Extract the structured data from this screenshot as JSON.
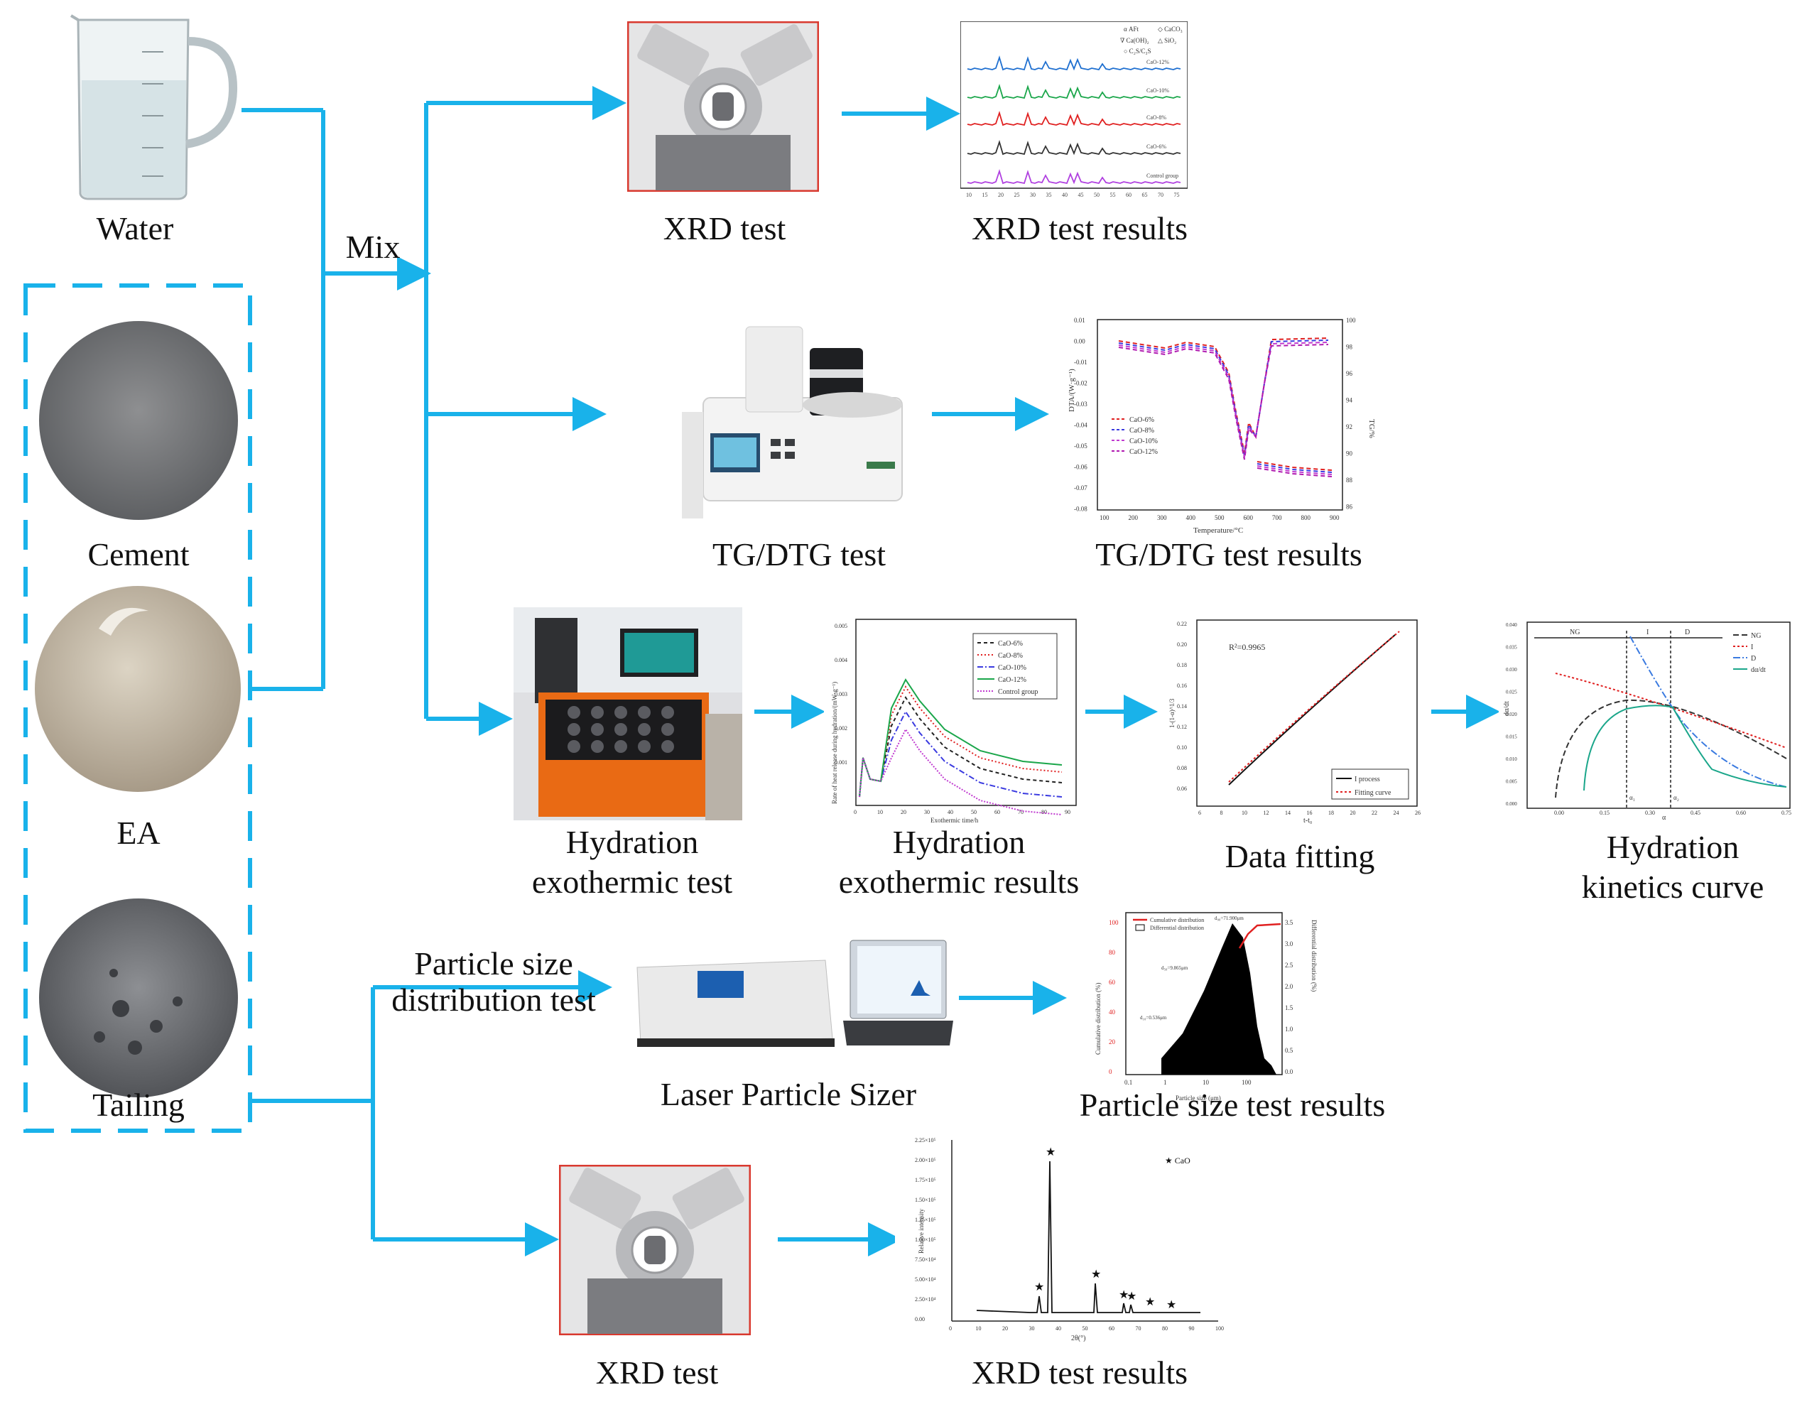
{
  "materials": {
    "water": "Water",
    "cement": "Cement",
    "ea": "EA",
    "tailing": "Tailing"
  },
  "process": {
    "mix": "Mix",
    "xrd_test_1": "XRD test",
    "xrd_results_1": "XRD test results",
    "tg_test": "TG/DTG test",
    "tg_results": "TG/DTG test results",
    "hydration_test": [
      "Hydration",
      "exothermic test"
    ],
    "hydration_results": [
      "Hydration",
      "exothermic results"
    ],
    "data_fitting": "Data fitting",
    "kinetics_curve": [
      "Hydration",
      "kinetics curve"
    ],
    "particle_test": [
      "Particle size",
      "distribution test"
    ],
    "laser_sizer": "Laser Particle Sizer",
    "particle_results": "Particle size test results",
    "xrd_test_2": "XRD test",
    "xrd_results_2": "XRD test results"
  },
  "xrd_chart": {
    "legend": [
      "AFt",
      "CaCO3",
      "Ca(OH)2",
      "SiO2",
      "C2S/C3S"
    ],
    "series": [
      "CaO-12%",
      "CaO-10%",
      "CaO-8%",
      "CaO-6%",
      "Control group"
    ],
    "x_ticks": [
      "10",
      "15",
      "20",
      "25",
      "30",
      "35",
      "40",
      "45",
      "50",
      "55",
      "60",
      "65",
      "70",
      "75"
    ],
    "colors": [
      "#1e6fd0",
      "#1aa64a",
      "#e02020",
      "#333333",
      "#b040e0"
    ]
  },
  "tg_chart": {
    "y_left": "DTA/(W·g⁻¹)",
    "y_right": "TG/%",
    "xlabel": "Temperature/°C",
    "legend": [
      "CaO-6%",
      "CaO-8%",
      "CaO-10%",
      "CaO-12%"
    ],
    "left_ticks": [
      "0.01",
      "0.00",
      "-0.01",
      "-0.02",
      "-0.03",
      "-0.04",
      "-0.05",
      "-0.06",
      "-0.07",
      "-0.08"
    ],
    "right_ticks": [
      "100",
      "98",
      "96",
      "94",
      "92",
      "90",
      "88",
      "86"
    ],
    "x_ticks": [
      "100",
      "200",
      "300",
      "400",
      "500",
      "600",
      "700",
      "800",
      "900"
    ]
  },
  "hydration_chart": {
    "ylabel": "Rate of heat release during hydration/(mW·g⁻¹)",
    "xlabel": "Exothermic time/h",
    "legend": [
      "CaO-6%",
      "CaO-8%",
      "CaO-10%",
      "CaO-12%",
      "Control group"
    ],
    "x_ticks": [
      "0",
      "10",
      "20",
      "30",
      "40",
      "50",
      "60",
      "70",
      "80",
      "90"
    ],
    "y_ticks": [
      "0.001",
      "0.002",
      "0.003",
      "0.004",
      "0.005"
    ]
  },
  "fitting_chart": {
    "annotation": "R²=0.9965",
    "ylabel": "1-(1-α)^1/3",
    "xlabel": "t-t₀",
    "legend": [
      "I process",
      "Fitting curve"
    ],
    "y_ticks": [
      "0.22",
      "0.20",
      "0.18",
      "0.16",
      "0.14",
      "0.12",
      "0.10",
      "0.08",
      "0.06"
    ],
    "x_ticks": [
      "6",
      "8",
      "10",
      "12",
      "14",
      "16",
      "18",
      "20",
      "22",
      "24",
      "26"
    ]
  },
  "kinetics_chart": {
    "regions": [
      "NG",
      "I",
      "D"
    ],
    "legend": [
      "NG",
      "I",
      "D",
      "dα/dt"
    ],
    "ylabel": "dα/dt",
    "xlabel": "α",
    "points": [
      "α₁",
      "α₂"
    ],
    "y_ticks": [
      "0.040",
      "0.035",
      "0.030",
      "0.025",
      "0.020",
      "0.015",
      "0.010",
      "0.005",
      "0.000"
    ],
    "x_ticks": [
      "0.00",
      "0.15",
      "0.30",
      "0.45",
      "0.60",
      "0.75"
    ]
  },
  "particle_chart": {
    "legend": [
      "Cumulative distribution",
      "Differential distribution"
    ],
    "ylabel_left": "Cumulative distribution (%)",
    "ylabel_right": "Differential distribution (%)",
    "xlabel": "Particle size (μm)",
    "annotations": [
      "d₁₀=0.536μm",
      "d₅₀=9.865μm",
      "d₉₀=71.900μm"
    ],
    "left_ticks": [
      "100",
      "80",
      "60",
      "40",
      "20",
      "0"
    ],
    "right_ticks": [
      "3.5",
      "3.0",
      "2.5",
      "2.0",
      "1.5",
      "1.0",
      "0.5",
      "0.0"
    ],
    "x_ticks": [
      "0.1",
      "1",
      "10",
      "100"
    ]
  },
  "xrd2_chart": {
    "legend": "CaO",
    "ylabel": "Relative intensity",
    "xlabel": "2θ(°)",
    "y_ticks": [
      "2.25×10⁵",
      "2.00×10⁵",
      "1.75×10⁵",
      "1.50×10⁵",
      "1.25×10⁵",
      "1.00×10⁵",
      "7.50×10⁴",
      "5.00×10⁴",
      "2.50×10⁴",
      "0.00"
    ],
    "x_ticks": [
      "0",
      "10",
      "20",
      "30",
      "40",
      "50",
      "60",
      "70",
      "80",
      "90",
      "100"
    ]
  },
  "colors": {
    "arrow": "#19b2ea",
    "frame": "#19b2ea",
    "instrument_red": "#d9392f"
  }
}
